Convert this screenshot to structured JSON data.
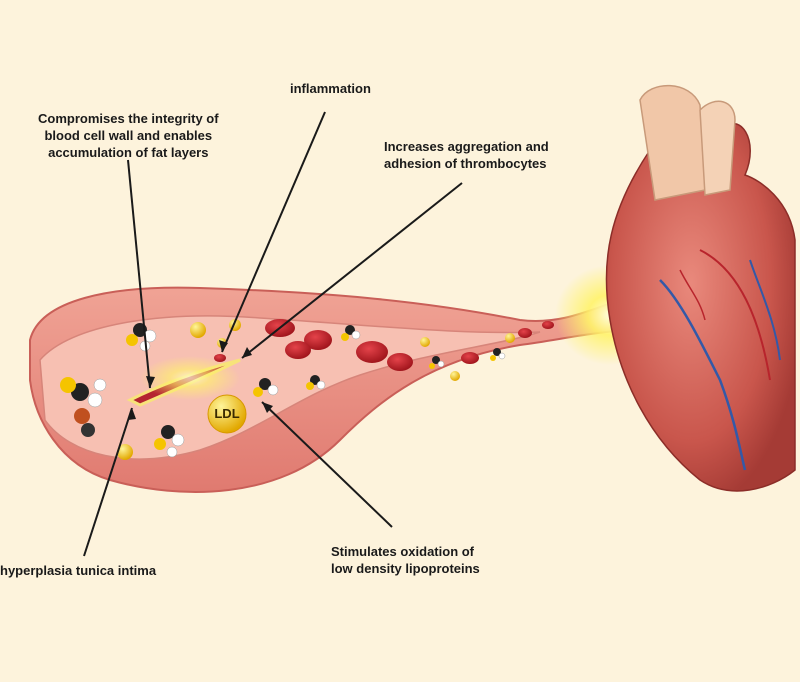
{
  "labels": {
    "inflammation": "inflammation",
    "compromises": [
      "Compromises the integrity of",
      "blood cell wall and enables",
      "accumulation of fat layers"
    ],
    "increases": [
      "Increases aggregation and",
      "adhesion of thrombocytes"
    ],
    "hyperplasia": "hyperplasia tunica intima",
    "stimulates": [
      "Stimulates oxidation of",
      "low density lipoproteins"
    ]
  },
  "ldl_label": "LDL",
  "colors": {
    "background": "#fdf3dc",
    "vessel_outer": "#e98f86",
    "vessel_inner": "#f6b3a5",
    "red_cell": "#c8202a",
    "ldl_particle": "#f5c400",
    "heart": "#d9685d",
    "glow": "#fff36a",
    "leader_line": "#1a1a1a"
  }
}
